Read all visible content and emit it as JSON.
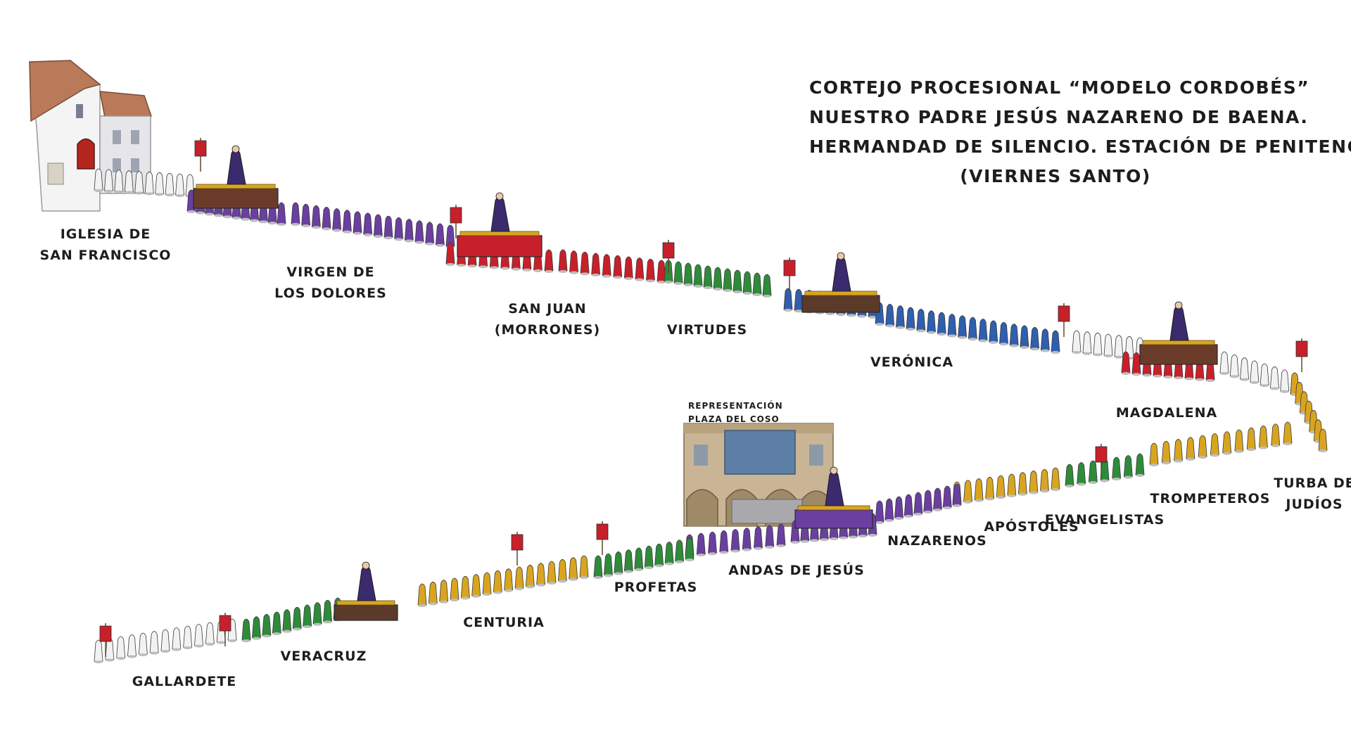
{
  "title": {
    "line1": "CORTEJO PROCESIONAL “MODELO CORDOBÉS”",
    "line2": "NUESTRO PADRE JESÚS NAZARENO DE BAENA.",
    "line3": "HERMANDAD DE SILENCIO. ESTACIÓN DE PENITENCIA.",
    "line4": "(VIERNES SANTO)"
  },
  "stations": [
    {
      "id": "iglesia",
      "lines": [
        "IGLESIA DE",
        "SAN FRANCISCO"
      ]
    },
    {
      "id": "virgen",
      "lines": [
        "VIRGEN DE",
        "LOS DOLORES"
      ]
    },
    {
      "id": "sanjuan",
      "lines": [
        "SAN JUAN",
        "(MORRONES)"
      ]
    },
    {
      "id": "virtudes",
      "lines": [
        "VIRTUDES"
      ]
    },
    {
      "id": "veronica",
      "lines": [
        "VERÓNICA"
      ]
    },
    {
      "id": "magdalena",
      "lines": [
        "MAGDALENA"
      ]
    },
    {
      "id": "turba",
      "lines": [
        "TURBA DE",
        "JUDÍOS"
      ]
    },
    {
      "id": "trompeteros",
      "lines": [
        "TROMPETEROS"
      ]
    },
    {
      "id": "evangelistas",
      "lines": [
        "EVANGELISTAS"
      ]
    },
    {
      "id": "apostoles",
      "lines": [
        "APÓSTOLES"
      ]
    },
    {
      "id": "nazarenos",
      "lines": [
        "NAZARENOS"
      ]
    },
    {
      "id": "andas",
      "lines": [
        "ANDAS DE JESÚS"
      ]
    },
    {
      "id": "plaza",
      "lines": [
        "REPRESENTACIÓN",
        "PLAZA DEL COSO"
      ]
    },
    {
      "id": "profetas",
      "lines": [
        "PROFETAS"
      ]
    },
    {
      "id": "centuria",
      "lines": [
        "CENTURIA"
      ]
    },
    {
      "id": "veracruz",
      "lines": [
        "VERACRUZ"
      ]
    },
    {
      "id": "gallardete",
      "lines": [
        "GALLARDETE"
      ]
    }
  ],
  "colors": {
    "ink": "#1d1d1d",
    "purple": "#6a3fa0",
    "red": "#c8202a",
    "green": "#2e8b3a",
    "blue": "#2f5fae",
    "white": "#f2f2f2",
    "gold": "#d9a520",
    "roof": "#b97a5a",
    "stone": "#c9b596"
  }
}
